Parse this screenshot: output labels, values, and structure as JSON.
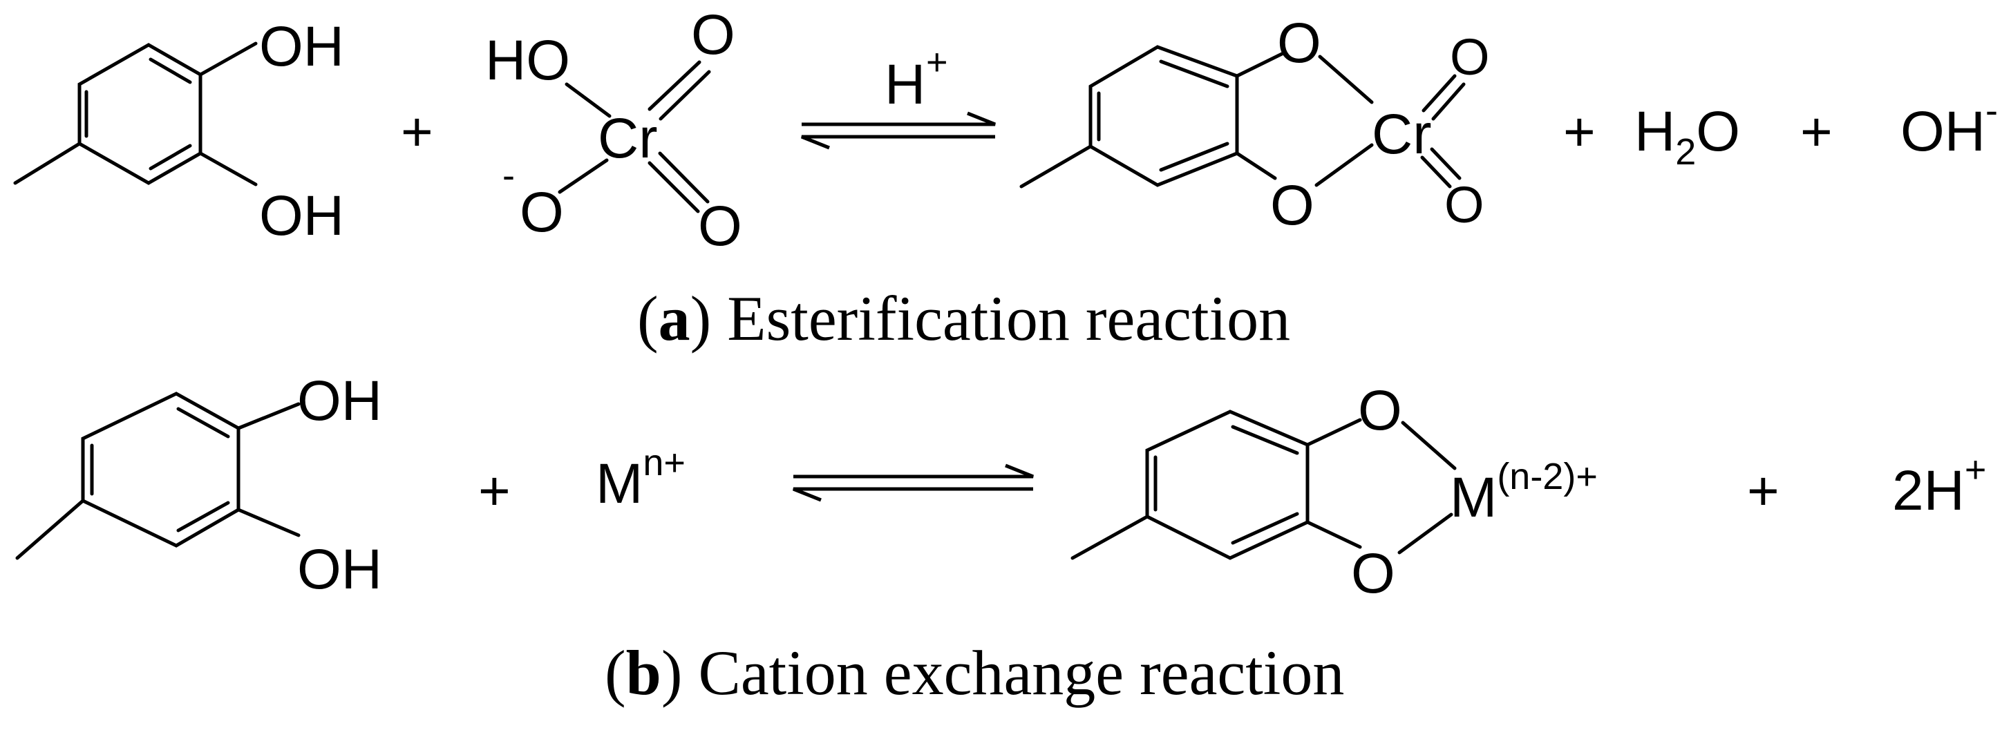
{
  "reaction_a": {
    "plus": "+",
    "catalyst": "H",
    "catalyst_charge": "+",
    "reactant1": {
      "oh_top": "OH",
      "oh_bottom": "OH"
    },
    "reactant2": {
      "ho": "HO",
      "cr": "Cr",
      "o_double_top": "O",
      "o_minus": "O",
      "o_minus_charge": "-",
      "o_double_bottom": "O"
    },
    "product1": {
      "o_top": "O",
      "o_bottom": "O",
      "cr": "Cr",
      "o_double_top": "O",
      "o_double_bottom": "O"
    },
    "water": {
      "h": "H",
      "sub": "2",
      "o": "O"
    },
    "hydroxide": {
      "text": "OH",
      "charge": "-"
    },
    "caption_letter": "a",
    "caption_text": " Esterification reaction"
  },
  "reaction_b": {
    "plus": "+",
    "reactant1": {
      "oh_top": "OH",
      "oh_bottom": "OH"
    },
    "metal": {
      "symbol": "M",
      "charge": "n+"
    },
    "product": {
      "o_top": "O",
      "o_bottom": "O",
      "m": "M",
      "m_charge": "(n-2)+"
    },
    "proton": {
      "text": "2H",
      "charge": "+"
    },
    "caption_letter": "b",
    "caption_text": " Cation exchange reaction"
  }
}
